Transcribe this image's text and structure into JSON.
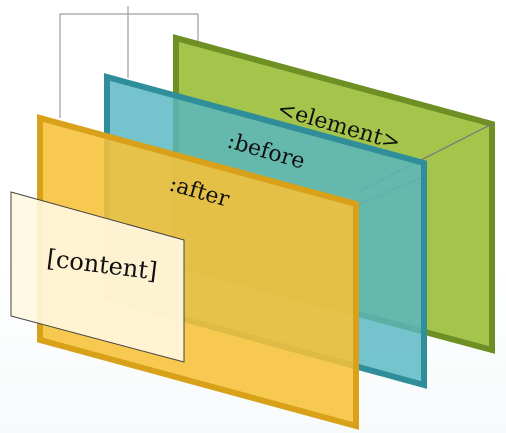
{
  "layers": {
    "element": {
      "label": "<element>",
      "fill": "#9DBF3C",
      "stroke": "#6E8F23"
    },
    "before": {
      "label": ":before",
      "fill": "#57B7C2",
      "stroke": "#2F8E99"
    },
    "after": {
      "label": ":after",
      "fill": "#F6C238",
      "stroke": "#D9A019"
    },
    "content": {
      "label": "[content]",
      "fill": "#FFF7E0",
      "stroke": "#444444"
    }
  },
  "colors": {
    "edge": "#777777",
    "background": "#FFFFFF"
  }
}
